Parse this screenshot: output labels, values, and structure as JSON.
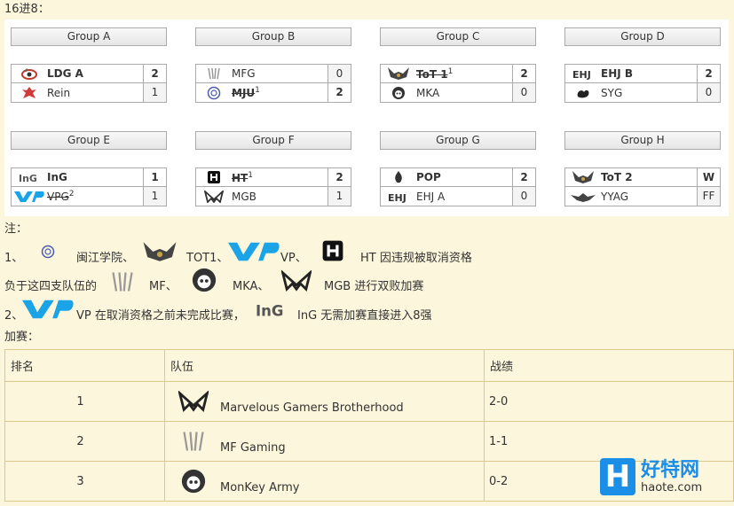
{
  "header": "16进8：",
  "groups": [
    {
      "title": "Group A",
      "teams": [
        {
          "name": "LDG A",
          "score": "2",
          "win": true,
          "sup": "",
          "strike": false,
          "logo": "ldg-logo"
        },
        {
          "name": "Rein",
          "score": "1",
          "win": false,
          "sup": "",
          "strike": false,
          "logo": "rein-logo"
        }
      ]
    },
    {
      "title": "Group B",
      "teams": [
        {
          "name": "MFG",
          "score": "0",
          "win": false,
          "sup": "",
          "strike": false,
          "logo": "mfg-logo"
        },
        {
          "name": "MJU",
          "score": "2",
          "win": true,
          "sup": "1",
          "strike": true,
          "logo": "mju-logo"
        }
      ]
    },
    {
      "title": "Group C",
      "teams": [
        {
          "name": "ToT 1",
          "score": "2",
          "win": true,
          "sup": "1",
          "strike": true,
          "logo": "tot-logo"
        },
        {
          "name": "MKA",
          "score": "0",
          "win": false,
          "sup": "",
          "strike": false,
          "logo": "mka-logo"
        }
      ]
    },
    {
      "title": "Group D",
      "teams": [
        {
          "name": "EHJ B",
          "score": "2",
          "win": true,
          "sup": "",
          "strike": false,
          "logo": "ehj-logo"
        },
        {
          "name": "SYG",
          "score": "0",
          "win": false,
          "sup": "",
          "strike": false,
          "logo": "syg-logo"
        }
      ]
    },
    {
      "title": "Group E",
      "teams": [
        {
          "name": "InG",
          "score": "1",
          "win": true,
          "sup": "",
          "strike": false,
          "logo": "ing-logo"
        },
        {
          "name": "VPG",
          "score": "1",
          "win": false,
          "sup": "2",
          "strike": true,
          "logo": "vp-logo"
        }
      ]
    },
    {
      "title": "Group F",
      "teams": [
        {
          "name": "HT",
          "score": "2",
          "win": true,
          "sup": "1",
          "strike": true,
          "logo": "ht-logo"
        },
        {
          "name": "MGB",
          "score": "1",
          "win": false,
          "sup": "",
          "strike": false,
          "logo": "mgb-logo"
        }
      ]
    },
    {
      "title": "Group G",
      "teams": [
        {
          "name": "POP",
          "score": "2",
          "win": true,
          "sup": "",
          "strike": false,
          "logo": "pop-logo"
        },
        {
          "name": "EHJ A",
          "score": "0",
          "win": false,
          "sup": "",
          "strike": false,
          "logo": "ehj-logo"
        }
      ]
    },
    {
      "title": "Group H",
      "teams": [
        {
          "name": "ToT 2",
          "score": "W",
          "win": true,
          "sup": "",
          "strike": false,
          "logo": "tot-logo"
        },
        {
          "name": "YYAG",
          "score": "FF",
          "win": false,
          "sup": "",
          "strike": false,
          "logo": "yyag-logo"
        }
      ]
    }
  ],
  "notes": {
    "title": "注：",
    "line1": {
      "prefix": "1、",
      "t1": "闽江学院、",
      "t2": "TOT1、",
      "t3": "VP、",
      "t4": "HT 因违规被取消资格"
    },
    "line2": {
      "prefix": "负于这四支队伍的",
      "t1": "MF、",
      "t2": "MKA、",
      "t3": "MGB 进行双败加赛"
    },
    "line3": {
      "prefix": "2、",
      "t1": "VP 在取消资格之前未完成比赛，",
      "t2": "InG 无需加赛直接进入8强"
    },
    "extra": "加赛："
  },
  "playoff": {
    "headers": [
      "排名",
      "队伍",
      "战绩"
    ],
    "rows": [
      {
        "rank": "1",
        "team": "Marvelous Gamers Brotherhood",
        "record": "2-0",
        "logo": "mgb-logo"
      },
      {
        "rank": "2",
        "team": "MF Gaming",
        "record": "1-1",
        "logo": "mfg-logo"
      },
      {
        "rank": "3",
        "team": "MonKey Army",
        "record": "0-2",
        "logo": "mka-logo"
      }
    ]
  },
  "watermark": {
    "box": "H",
    "cn": "好特网",
    "en": "haote.com"
  },
  "colors": {
    "background": "#FCF6DC",
    "panel": "#FFFFFF",
    "border": "#AAAAAA",
    "vp_blue": "#1BA3E8",
    "watermark_blue": "#1B8EE8"
  }
}
